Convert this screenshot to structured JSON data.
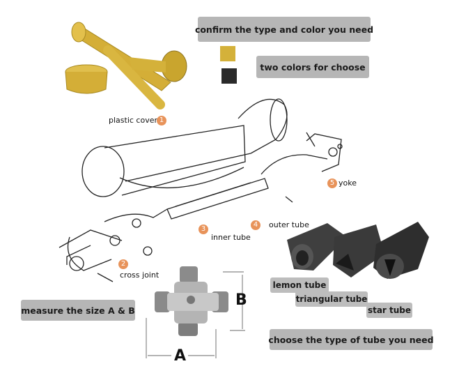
{
  "header": {
    "confirm_text": "confirm the type and color you need",
    "colors_text": "two colors for choose"
  },
  "colors": {
    "yellow": "#d4b13a",
    "black": "#2a2a2a"
  },
  "parts": [
    {
      "num": "1",
      "label": "plastic cover"
    },
    {
      "num": "2",
      "label": "cross joint"
    },
    {
      "num": "3",
      "label": "inner tube"
    },
    {
      "num": "4",
      "label": "outer tube"
    },
    {
      "num": "5",
      "label": "yoke"
    }
  ],
  "tubes": {
    "lemon": "lemon tube",
    "triangular": "triangular tube",
    "star": "star tube",
    "choose_text": "choose the type of tube you need"
  },
  "measure": {
    "text": "measure the size A & B",
    "dim_a": "A",
    "dim_b": "B"
  }
}
